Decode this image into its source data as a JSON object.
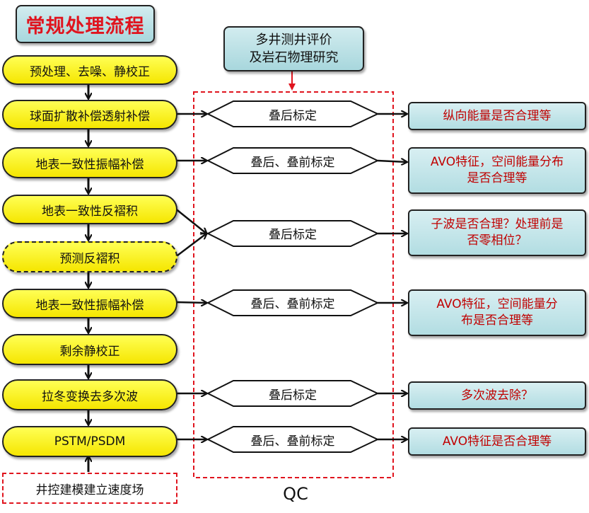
{
  "title": "常规处理流程",
  "evaluation_box": {
    "line1": "多井测井评价",
    "line2": "及岩石物理研究"
  },
  "process_steps": [
    {
      "label": "预处理、去噪、静校正"
    },
    {
      "label": "球面扩散补偿透射补偿"
    },
    {
      "label": "地表一致性振幅补偿"
    },
    {
      "label": "地表一致性反褶积"
    },
    {
      "label": "预测反褶积",
      "optional": true
    },
    {
      "label": "地表一致性振幅补偿"
    },
    {
      "label": "剩余静校正"
    },
    {
      "label": "拉冬变换去多次波"
    },
    {
      "label": "PSTM/PSDM"
    }
  ],
  "calibrations": [
    {
      "label": "叠后标定"
    },
    {
      "label": "叠后、叠前标定"
    },
    {
      "label": "叠后标定"
    },
    {
      "label": "叠后、叠前标定"
    },
    {
      "label": "叠后标定"
    },
    {
      "label": "叠后、叠前标定"
    }
  ],
  "results": [
    {
      "lines": [
        "纵向能量是否合理等"
      ]
    },
    {
      "lines": [
        "AVO特征，空间能量分布",
        "是否合理等"
      ]
    },
    {
      "lines": [
        "子波是否合理？处理前是",
        "否零相位？"
      ]
    },
    {
      "lines": [
        "AVO特征，空间能量分",
        "布是否合理等"
      ]
    },
    {
      "lines": [
        "多次波去除？"
      ]
    },
    {
      "lines": [
        "AVO特征是否合理等"
      ]
    }
  ],
  "velocity_box": "井控建模建立速度场",
  "qc_label": "QC",
  "colors": {
    "pill_fill": "#ffff33",
    "box_fill": "#b7dde3",
    "result_text": "#c00000",
    "title_text": "#e0141e",
    "dashed_border": "#e0141e"
  }
}
